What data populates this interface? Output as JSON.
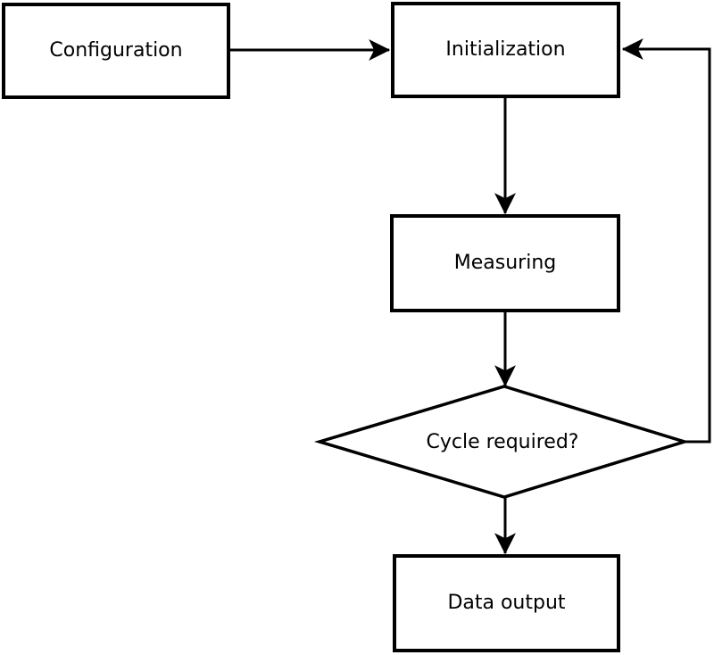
{
  "nodes": {
    "configuration": {
      "label": "Configuration",
      "shape": "rectangle"
    },
    "initialization": {
      "label": "Initialization",
      "shape": "rectangle"
    },
    "measuring": {
      "label": "Measuring",
      "shape": "rectangle"
    },
    "cycle_required": {
      "label": "Cycle required?",
      "shape": "diamond"
    },
    "data_output": {
      "label": "Data output",
      "shape": "rectangle"
    }
  },
  "edges": [
    {
      "from": "configuration",
      "to": "initialization",
      "kind": "forward"
    },
    {
      "from": "initialization",
      "to": "measuring",
      "kind": "forward"
    },
    {
      "from": "measuring",
      "to": "cycle_required",
      "kind": "forward"
    },
    {
      "from": "cycle_required",
      "to": "data_output",
      "kind": "forward"
    },
    {
      "from": "cycle_required",
      "to": "initialization",
      "kind": "loop-back"
    }
  ],
  "colors": {
    "stroke": "#000000",
    "node_fill": "#ffffff",
    "background": "#ffffff",
    "text": "#000000"
  }
}
